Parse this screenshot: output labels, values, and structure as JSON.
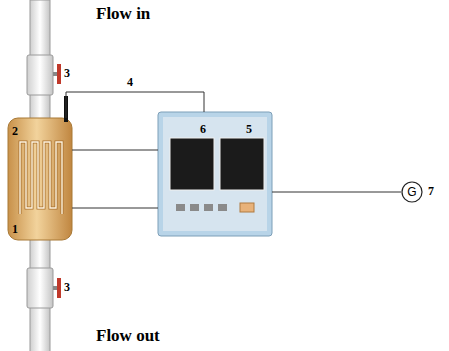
{
  "diagram": {
    "nodes": [
      {
        "text": [
          "2",
          "1"
        ]
      },
      {
        "text": [
          "6",
          "5"
        ]
      },
      {
        "text": [
          "G"
        ]
      }
    ],
    "edges": [
      {
        "from": 0,
        "to": 1,
        "arrow": "none",
        "label": "4"
      },
      {
        "from": 0,
        "to": 1,
        "arrow": "none"
      },
      {
        "from": 0,
        "to": 1,
        "arrow": "none"
      },
      {
        "from": 1,
        "to": 2,
        "arrow": "none"
      }
    ],
    "labels": [
      "Flow in",
      "3",
      "3",
      "Flow out",
      "7"
    ]
  }
}
